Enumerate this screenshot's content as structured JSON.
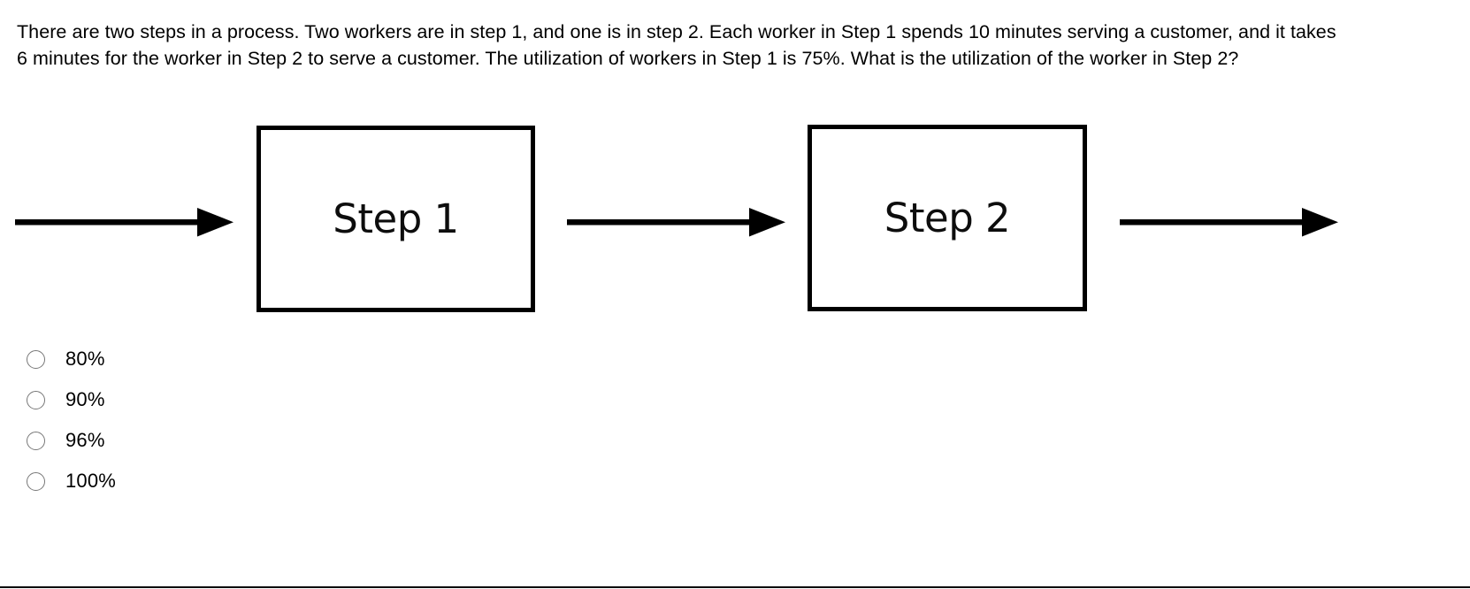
{
  "question": {
    "stem": "There are two steps in a process. Two workers are in step 1, and one is in step 2. Each worker in Step 1 spends 10 minutes serving a customer, and it takes 6 minutes for the worker in Step 2 to serve a customer. The utilization of workers in Step 1 is 75%. What is the utilization of the worker in Step 2?"
  },
  "diagram": {
    "type": "process-flow",
    "boxes": [
      {
        "label": "Step 1"
      },
      {
        "label": "Step 2"
      }
    ],
    "arrows": [
      {
        "name": "inflow-arrow",
        "direction": "right"
      },
      {
        "name": "step1-to-step2-arrow",
        "direction": "right"
      },
      {
        "name": "outflow-arrow",
        "direction": "right"
      }
    ],
    "line_color": "#000000"
  },
  "answers": {
    "selected": null,
    "options": [
      {
        "label": "80%",
        "value": "80"
      },
      {
        "label": "90%",
        "value": "90"
      },
      {
        "label": "96%",
        "value": "96"
      },
      {
        "label": "100%",
        "value": "100"
      }
    ]
  },
  "theme": {
    "background": "#ffffff",
    "text": "#000000",
    "radio_border": "#777777",
    "divider": "#000000"
  }
}
